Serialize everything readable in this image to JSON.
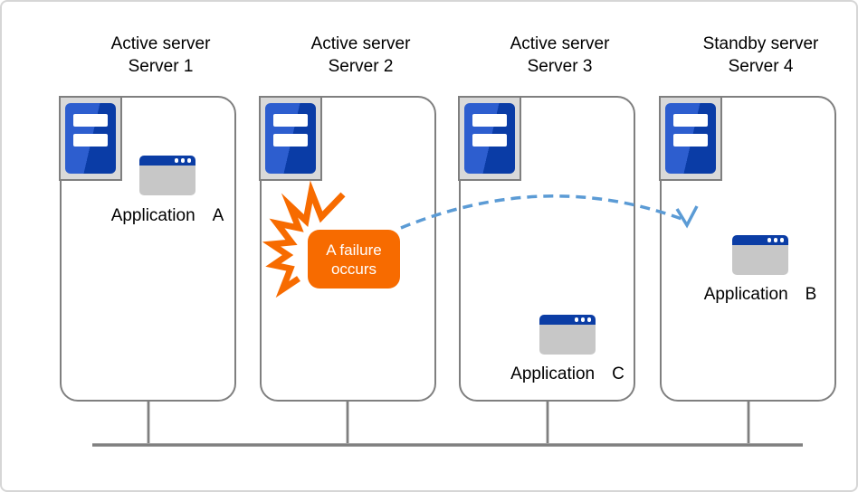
{
  "servers": [
    {
      "role": "Active server",
      "name": "Server 1",
      "app_label": "Application　A"
    },
    {
      "role": "Active server",
      "name": "Server 2"
    },
    {
      "role": "Active server",
      "name": "Server 3",
      "app_label": "Application　C"
    },
    {
      "role": "Standby server",
      "name": "Server 4",
      "app_label": "Application　B"
    }
  ],
  "failure_callout": {
    "line1": "A failure",
    "line2": "occurs"
  },
  "icons": {
    "server": "server-tower-icon",
    "application": "app-window-icon",
    "failure_burst": "explosion-burst-icon",
    "failover_arrow": "dashed-failover-arrow",
    "network": "network-bus-line"
  },
  "colors": {
    "server_blue_light": "#2d5ecf",
    "server_blue_dark": "#0a3ca6",
    "app_titlebar_blue": "#0b3da5",
    "app_body_gray": "#c7c7c7",
    "failure_orange": "#f76b00",
    "arrow_blue": "#5b9bd5",
    "line_gray": "#7f7f7f",
    "icon_bg_gray": "#d9d9d9",
    "text_black": "#000000"
  }
}
